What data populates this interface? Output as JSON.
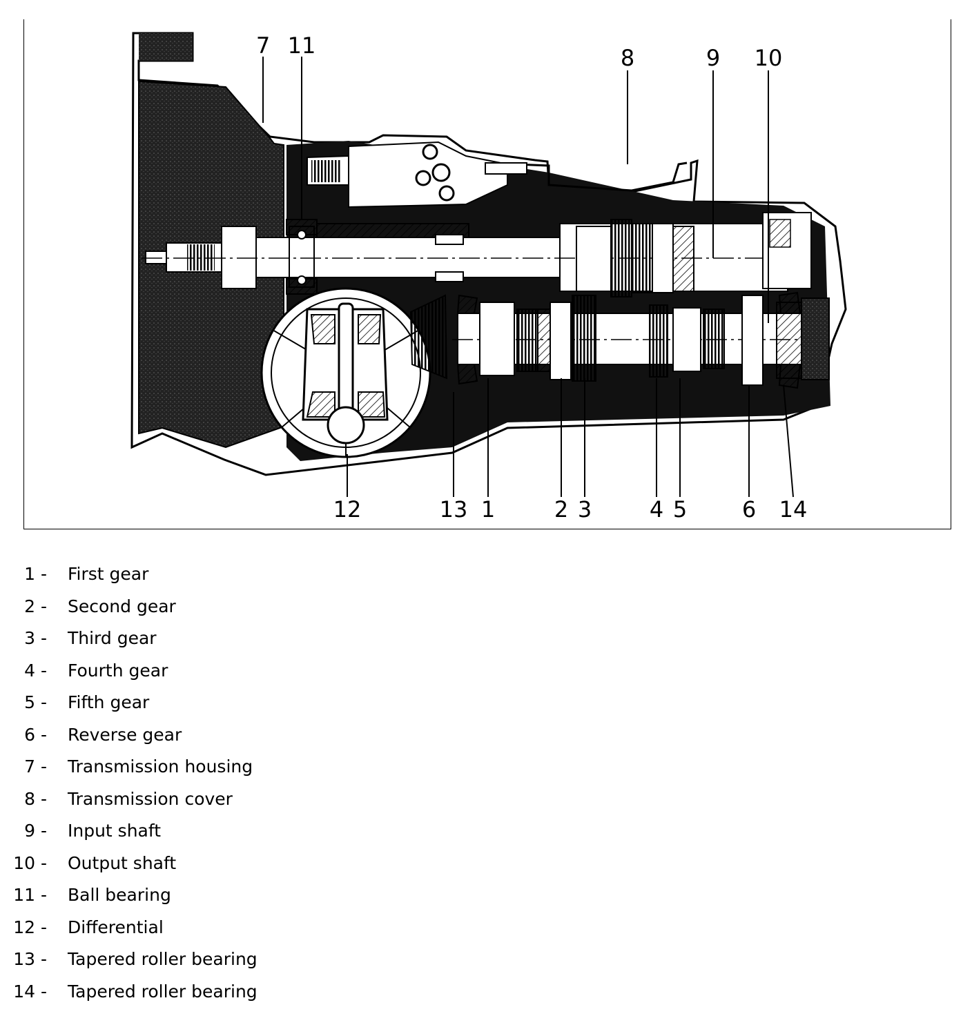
{
  "callouts": [
    "1",
    "2",
    "3",
    "4",
    "5",
    "6",
    "7",
    "8",
    "9",
    "10",
    "11",
    "12",
    "13",
    "14"
  ],
  "legend": [
    {
      "num": "1 -",
      "label": "First gear"
    },
    {
      "num": "2 -",
      "label": "Second gear"
    },
    {
      "num": "3 -",
      "label": "Third gear"
    },
    {
      "num": "4 -",
      "label": "Fourth gear"
    },
    {
      "num": "5 -",
      "label": "Fifth gear"
    },
    {
      "num": "6 -",
      "label": "Reverse gear"
    },
    {
      "num": "7 -",
      "label": "Transmission housing"
    },
    {
      "num": "8 -",
      "label": "Transmission cover"
    },
    {
      "num": "9 -",
      "label": "Input shaft"
    },
    {
      "num": "10 -",
      "label": "Output shaft"
    },
    {
      "num": "11 -",
      "label": "Ball bearing"
    },
    {
      "num": "12 -",
      "label": "Differential"
    },
    {
      "num": "13 -",
      "label": "Tapered roller bearing"
    },
    {
      "num": "14 -",
      "label": "Tapered roller bearing"
    }
  ]
}
